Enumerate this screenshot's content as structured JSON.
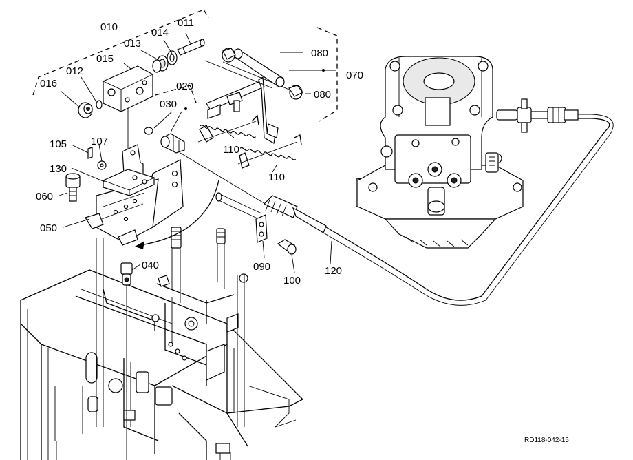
{
  "callouts": [
    {
      "id": "010",
      "text": "010"
    },
    {
      "id": "011",
      "text": "011"
    },
    {
      "id": "012",
      "text": "012"
    },
    {
      "id": "013",
      "text": "013"
    },
    {
      "id": "014",
      "text": "014"
    },
    {
      "id": "015",
      "text": "015"
    },
    {
      "id": "016",
      "text": "016"
    },
    {
      "id": "020",
      "text": "020"
    },
    {
      "id": "030",
      "text": "030"
    },
    {
      "id": "040",
      "text": "040"
    },
    {
      "id": "050",
      "text": "050"
    },
    {
      "id": "060",
      "text": "060"
    },
    {
      "id": "070",
      "text": "070"
    },
    {
      "id": "080a",
      "text": "080"
    },
    {
      "id": "080b",
      "text": "080"
    },
    {
      "id": "090",
      "text": "090"
    },
    {
      "id": "100",
      "text": "100"
    },
    {
      "id": "105",
      "text": "105"
    },
    {
      "id": "107",
      "text": "107"
    },
    {
      "id": "110a",
      "text": "110"
    },
    {
      "id": "110b",
      "text": "110"
    },
    {
      "id": "120",
      "text": "120"
    },
    {
      "id": "130",
      "text": "130"
    }
  ],
  "drawing_ref": "RD118-042-15"
}
